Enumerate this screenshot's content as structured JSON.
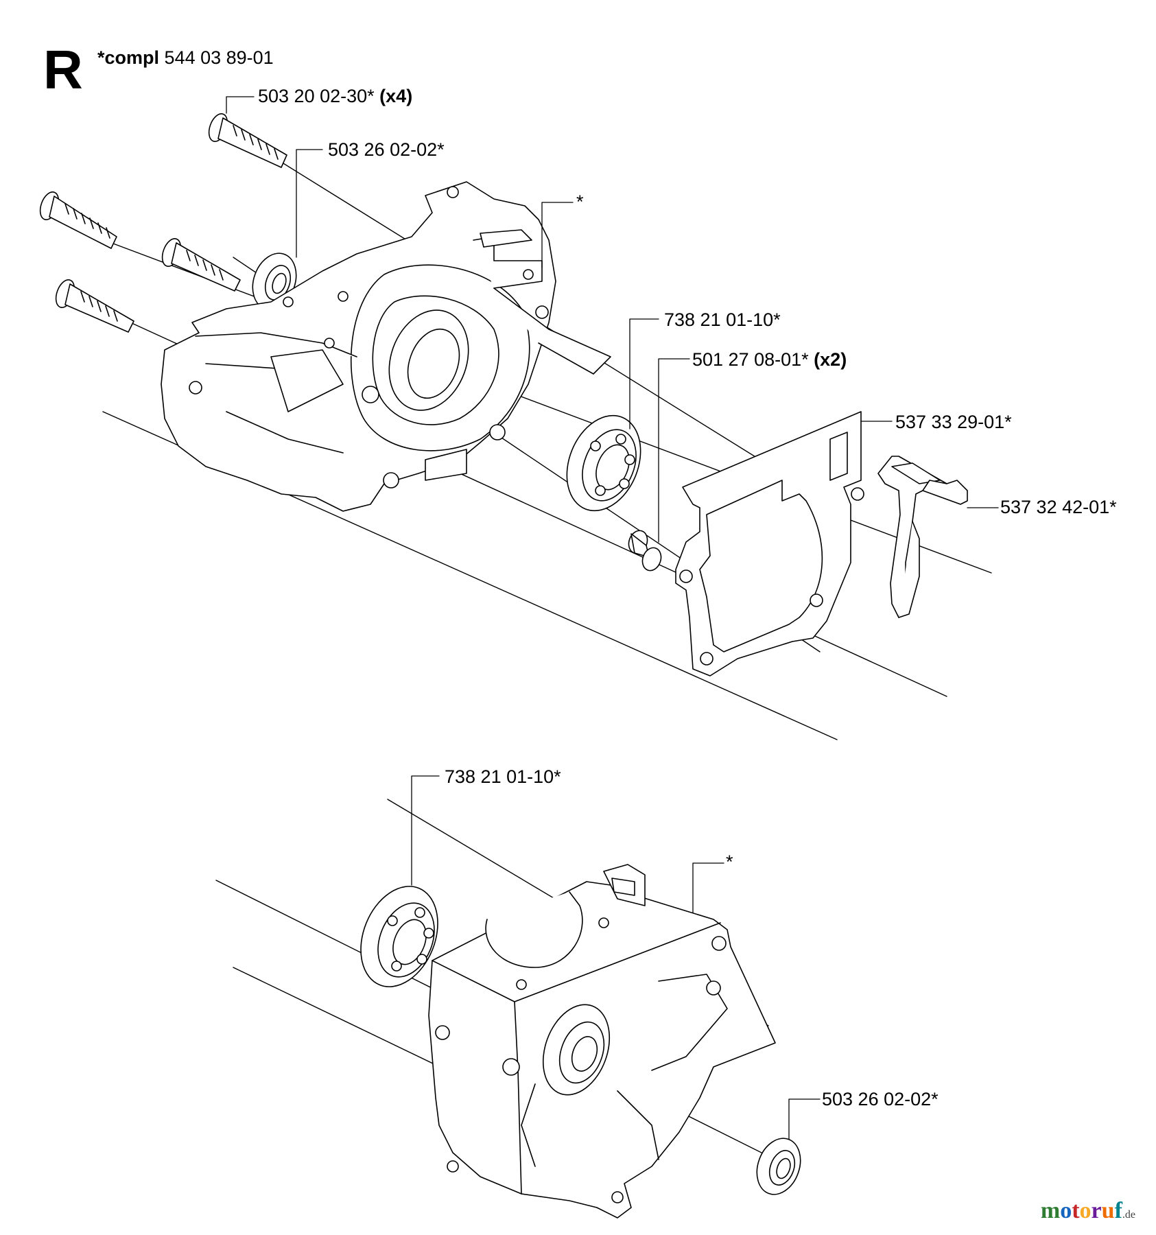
{
  "section": {
    "letter": "R",
    "compl_prefix": "*compl",
    "compl_number": "544 03 89-01"
  },
  "labels": {
    "screw": {
      "part": "503 20 02-30*",
      "qty": "(x4)"
    },
    "seal_top": {
      "part": "503 26 02-02*"
    },
    "asterisk_top": {
      "part": "*"
    },
    "bearing_top": {
      "part": "738 21 01-10*"
    },
    "sleeve": {
      "part": "501 27 08-01*",
      "qty": "(x2)"
    },
    "gasket": {
      "part": "537 33 29-01*"
    },
    "bracket": {
      "part": "537 32 42-01*"
    },
    "bearing_bottom": {
      "part": "738 21 01-10*"
    },
    "asterisk_bottom": {
      "part": "*"
    },
    "seal_bottom": {
      "part": "503 26 02-02*"
    }
  },
  "watermark": {
    "brand_m": "m",
    "brand_o1": "o",
    "brand_t": "t",
    "brand_o2": "o",
    "brand_r": "r",
    "brand_u": "u",
    "brand_f": "f",
    "suffix": ".de",
    "colors": {
      "m": "#2e7d32",
      "o1": "#1565c0",
      "t": "#c62828",
      "o2": "#f9a825",
      "r": "#6a1b9a",
      "u": "#ef6c00",
      "f": "#00838f"
    }
  }
}
